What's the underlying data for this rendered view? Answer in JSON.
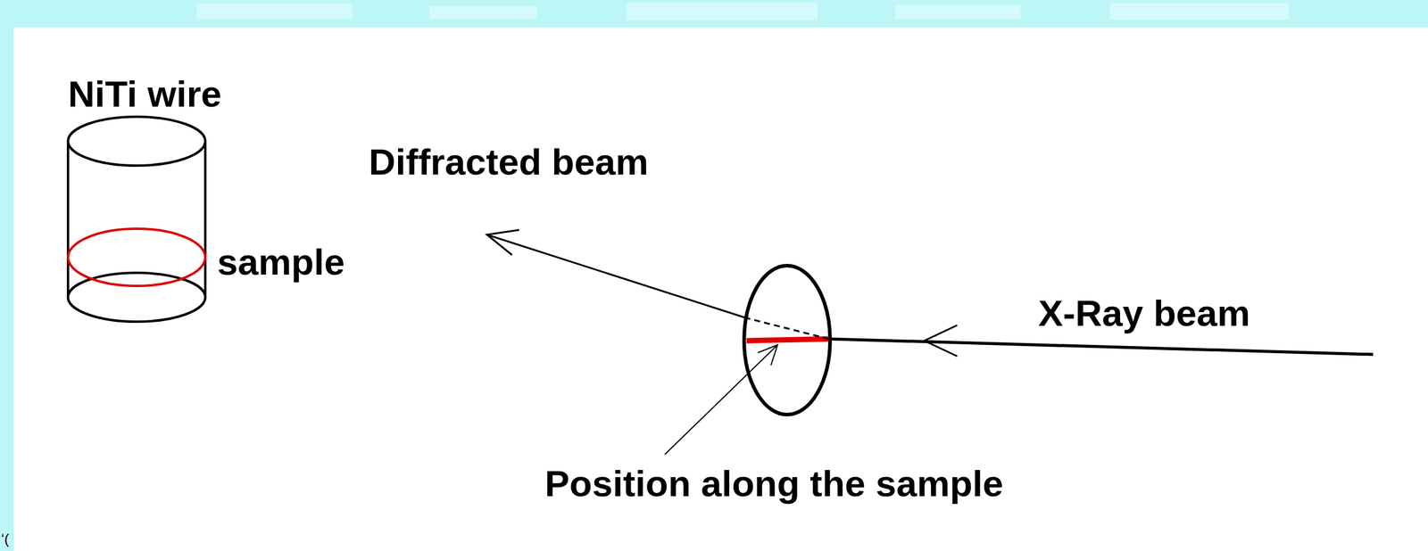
{
  "diagram": {
    "labels": [
      "NiTi wire",
      "sample",
      "Diffracted beam",
      "X-Ray beam",
      "Position along the sample",
      "‘("
    ]
  }
}
